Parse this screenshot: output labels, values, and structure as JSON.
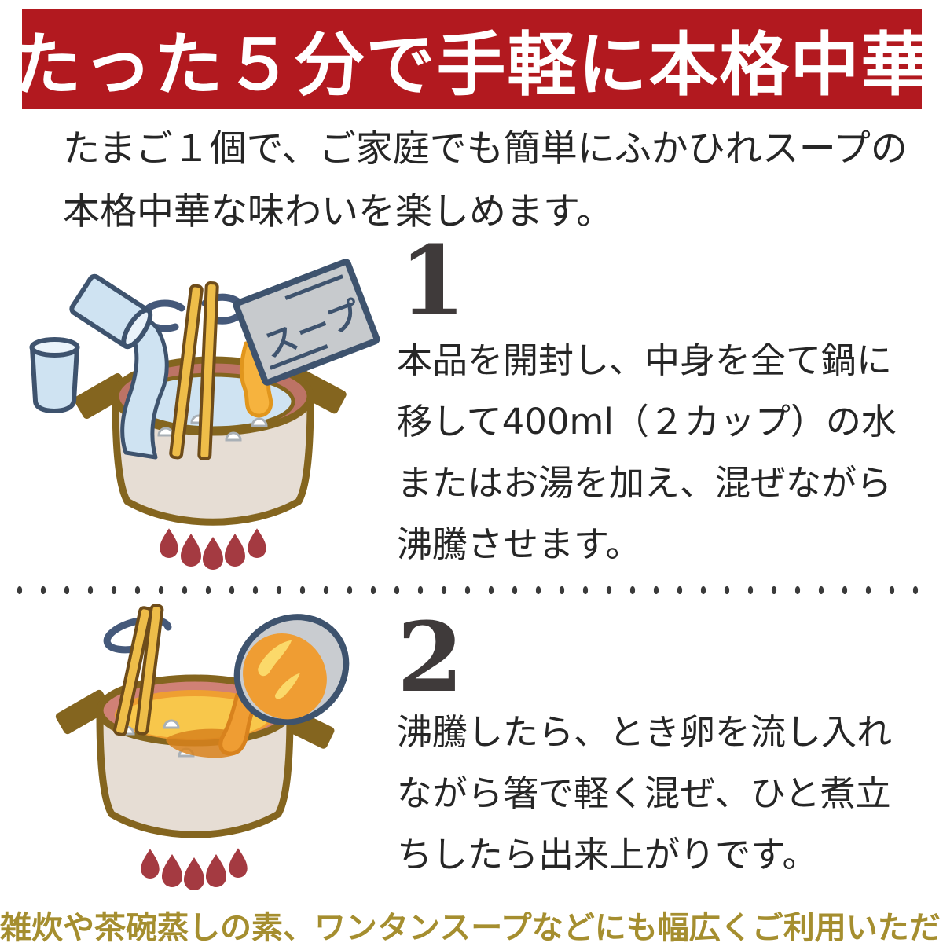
{
  "banner": {
    "text": "たった５分で手軽に本格中華"
  },
  "intro": {
    "lines": [
      "たまご１個で、ご家庭でも簡単にふかひれスープの",
      "本格中華な味わいを楽しめます。"
    ]
  },
  "steps": [
    {
      "number": "1",
      "lines": [
        "本品を開封し、中身を全て鍋に",
        "移して400ml（２カップ）の水",
        "またはお湯を加え、混ぜながら",
        "沸騰させます。"
      ]
    },
    {
      "number": "2",
      "lines": [
        "沸騰したら、とき卵を流し入れ",
        "ながら箸で軽く混ぜ、ひと煮立",
        "ちしたら出来上がりです。"
      ]
    }
  ],
  "illustrations": {
    "packet_label": "スープ"
  },
  "footer": {
    "text": "雑炊や茶碗蒸しの素、ワンタンスープなどにも幅広くご利用いただけます。"
  },
  "colors": {
    "banner_bg": "#b2191f",
    "banner_text": "#ffffff",
    "body_text": "#262626",
    "step_number": "#3f3a3a",
    "footer_gold": "#a58e2f",
    "divider_dot": "#3a3a3a",
    "outline_brown": "#84651f",
    "pot_body": "#e6ddd4",
    "pot_rim_red": "#bd7365",
    "pot_rim_pink": "#d08176",
    "water_blue": "#cfe3f2",
    "water_light": "#eaf3fa",
    "blue_outline": "#3e536e",
    "chopstick_fill": "#eebd49",
    "chopstick_outline": "#6e4c1a",
    "steam_blue": "#45597a",
    "packet_gray": "#c7cacd",
    "soup_orange": "#f6b33e",
    "soup_orange_dark": "#e1961d",
    "soup_ring_orange": "#ef9f31",
    "egg_yellow": "#f8c74b",
    "egg_orange": "#ef9d33",
    "egg_orange_dark": "#d8821d",
    "egg_highlight": "#fbd96a",
    "bowl_gray": "#c9ccd0",
    "flame_red": "#a43a41"
  }
}
